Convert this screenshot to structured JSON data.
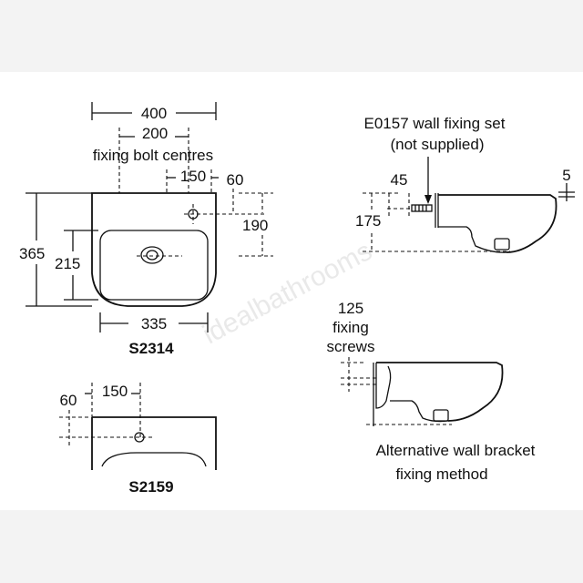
{
  "front_view": {
    "width_400": "400",
    "centres_200": "200",
    "centres_caption": "fixing bolt centres",
    "offset_150": "150",
    "offset_60": "60",
    "height_190": "190",
    "height_365": "365",
    "bowl_215": "215",
    "bowl_335": "335",
    "model": "S2314"
  },
  "side_view": {
    "fixing_set": "E0157 wall fixing set",
    "not_supplied": "(not supplied)",
    "dim_45": "45",
    "dim_5": "5",
    "dim_175": "175"
  },
  "alt_view": {
    "dim_125": "125",
    "fixing": "fixing",
    "screws": "screws",
    "caption_line1": "Alternative wall bracket",
    "caption_line2": "fixing method"
  },
  "small_view": {
    "offset_60": "60",
    "offset_150": "150",
    "model": "S2159"
  },
  "watermark": "idealbathrooms"
}
